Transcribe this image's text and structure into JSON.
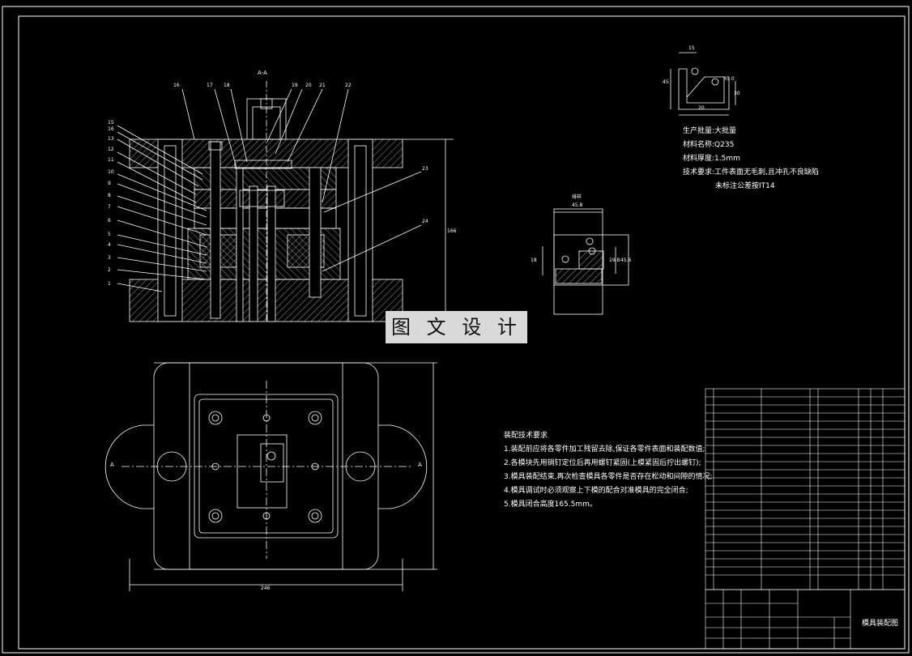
{
  "drawing": {
    "section_label": "A-A",
    "view_marker_left": "A",
    "view_marker_right": "A",
    "part_numbers_left": [
      "15",
      "16",
      "13",
      "12",
      "11",
      "10",
      "9",
      "8",
      "7",
      "6",
      "5",
      "4",
      "3",
      "2",
      "1"
    ],
    "part_numbers_top": [
      "16",
      "17",
      "18",
      "19",
      "20",
      "21",
      "22"
    ],
    "part_numbers_right": [
      "23",
      "24"
    ],
    "dim_height": "166",
    "dim_width": "246",
    "detail_label": "排样",
    "detail_dim_top": "45.8",
    "detail_dim_left": "18",
    "detail_dim_right1": "19.8",
    "detail_dim_right2": "45.6"
  },
  "watermark": "图 文 设 计",
  "part_sketch": {
    "dims": [
      "15",
      "45",
      "20",
      "30",
      "R5.0"
    ]
  },
  "material_notes": {
    "lines": [
      "生产批量:大批量",
      "材料名称:Q235",
      "材料厚度:1.5mm",
      "技术要求:工件表面无毛刺,且冲孔不良缺陷",
      "未标注公差按IT14"
    ]
  },
  "assembly_notes": {
    "title": "装配技术要求",
    "lines": [
      "1.装配前应将各零件加工残留去除,保证各零件表面和装配数值;",
      "2.各模块先用销钉定位后再用螺钉紧固(上模紧固后拧出螺钉);",
      "3.模具装配结束,再次检查模具各零件是否存在松动和间隙的情况;",
      "4.模具调试时必须观察上下模的配合对准模具的完全闭合;",
      "5.模具闭合高度165.5mm。"
    ]
  },
  "title_block": {
    "drawing_name": "模具装配图"
  }
}
